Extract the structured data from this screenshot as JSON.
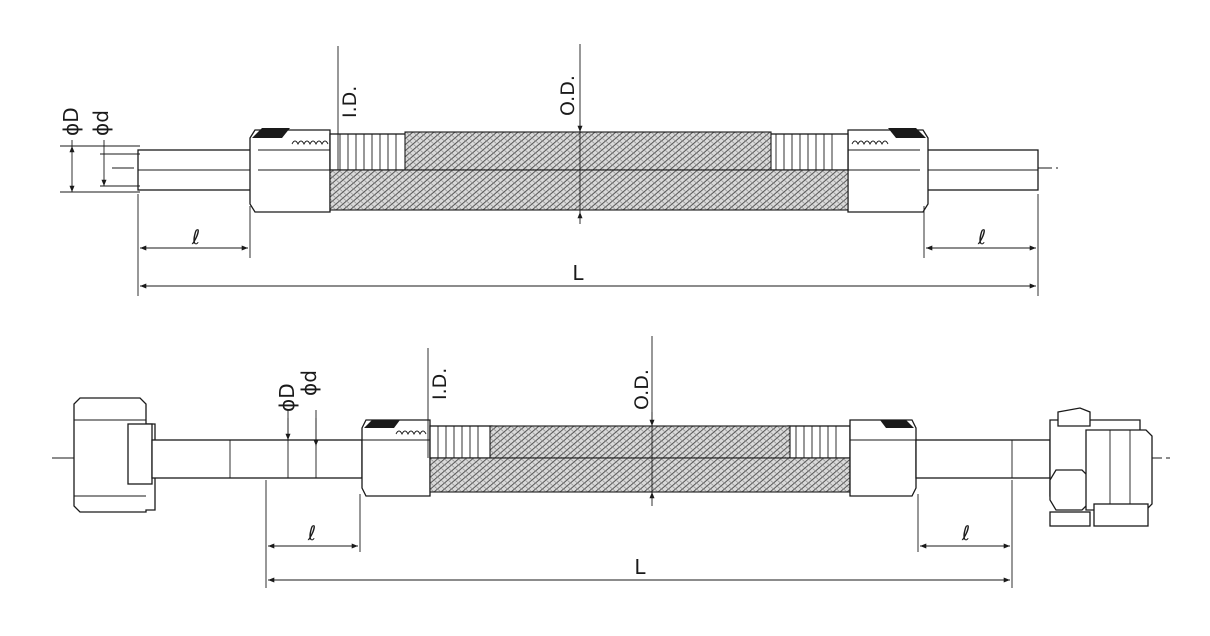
{
  "diagrams": [
    {
      "id": "top",
      "labels": {
        "outer_diameter_tube": "ϕD",
        "inner_diameter_tube": "ϕd",
        "hose_inner_diameter": "I.D.",
        "hose_outer_diameter": "O.D.",
        "end_length_left": "ℓ",
        "end_length_right": "ℓ",
        "overall_length": "L"
      }
    },
    {
      "id": "bottom",
      "labels": {
        "outer_diameter_tube": "ϕD",
        "inner_diameter_tube": "ϕd",
        "hose_inner_diameter": "I.D.",
        "hose_outer_diameter": "O.D.",
        "end_length_left": "ℓ",
        "end_length_right": "ℓ",
        "overall_length": "L"
      }
    }
  ],
  "colors": {
    "line": "#1a1a1a",
    "background": "#ffffff",
    "braid_fill": "#d9d9d9"
  }
}
